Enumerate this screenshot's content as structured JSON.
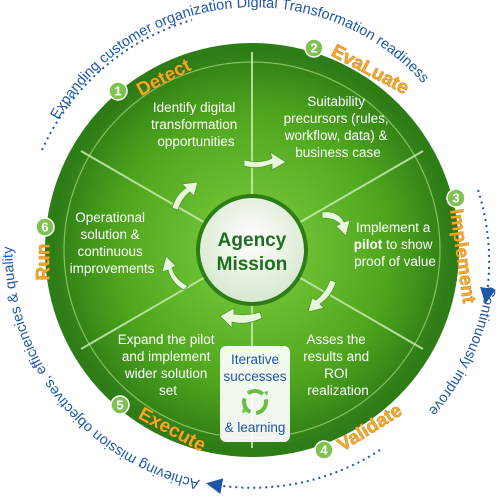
{
  "center": {
    "line1": "Agency",
    "line2": "Mission"
  },
  "outer_ring": {
    "top": "Expanding customer organization Digital Transformation readiness",
    "right": "Continuously improve",
    "left": "Achieving mission objectives, efficiencies & quality"
  },
  "steps": [
    {
      "number": "1",
      "title": "Detect",
      "lines": [
        "Identify digital",
        "transformation",
        "opportunities"
      ]
    },
    {
      "number": "2",
      "title": "EvaLuate",
      "lines": [
        "Suitability",
        "precursors (rules,",
        "workflow, data) &",
        "business case"
      ]
    },
    {
      "number": "3",
      "title": "Implement",
      "lines": [
        "Implement a",
        "pilot to show",
        "proof of value"
      ]
    },
    {
      "number": "4",
      "title": "Validate",
      "lines": [
        "Asses the",
        "results and",
        "ROI",
        "realization"
      ]
    },
    {
      "number": "5",
      "title": "Execute",
      "lines": [
        "Expand the pilot",
        "and implement",
        "wider solution",
        "set"
      ]
    },
    {
      "number": "6",
      "title": "Run",
      "lines": [
        "Operational",
        "solution &",
        "continuous",
        "improvements"
      ]
    }
  ],
  "pilot_emphasis": "pilot",
  "iterative": {
    "line1": "Iterative",
    "line2": "successes",
    "line3": "& learning"
  },
  "colors": {
    "wheel_green": "#4ea51d",
    "dark_green": "#2f7d17",
    "title_orange": "#f6a623",
    "ring_blue": "#1f57a6"
  }
}
